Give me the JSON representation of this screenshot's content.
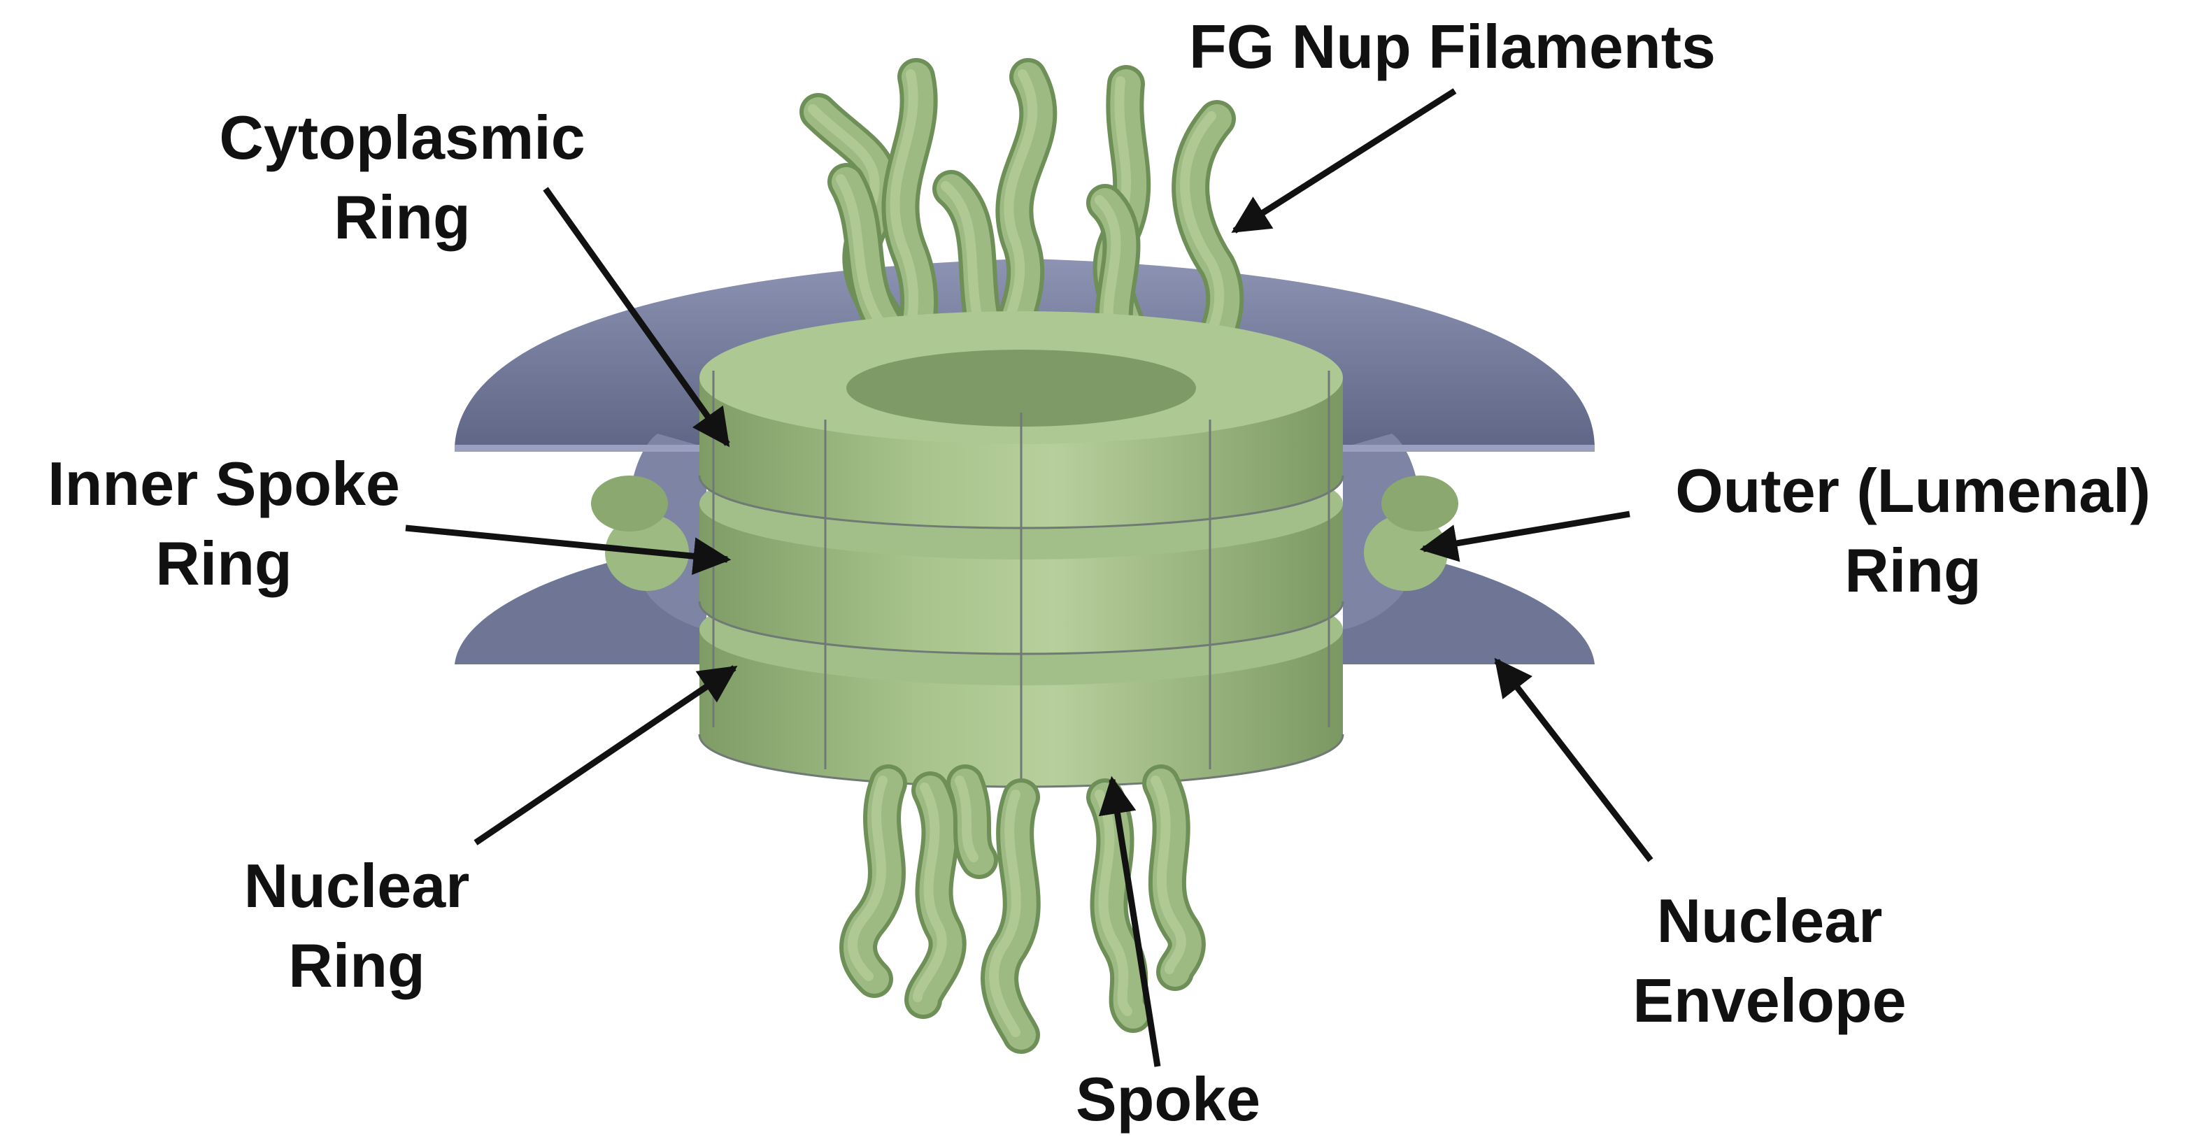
{
  "labels": {
    "fg_filaments": "FG Nup Filaments",
    "cytoplasmic_ring": [
      "Cytoplasmic",
      "Ring"
    ],
    "inner_spoke_ring": [
      "Inner Spoke",
      "Ring"
    ],
    "outer_ring": [
      "Outer (Lumenal)",
      "Ring"
    ],
    "nuclear_ring": [
      "Nuclear",
      "Ring"
    ],
    "nuclear_envelope": [
      "Nuclear",
      "Envelope"
    ],
    "spoke": "Spoke"
  },
  "colors": {
    "protein_green": "#9dba82",
    "protein_shadow": "#6f8f58",
    "protein_light": "#bfd6a4",
    "envelope_blue": "#6e7595",
    "envelope_light": "#8d93b2",
    "arrow": "#111111"
  }
}
